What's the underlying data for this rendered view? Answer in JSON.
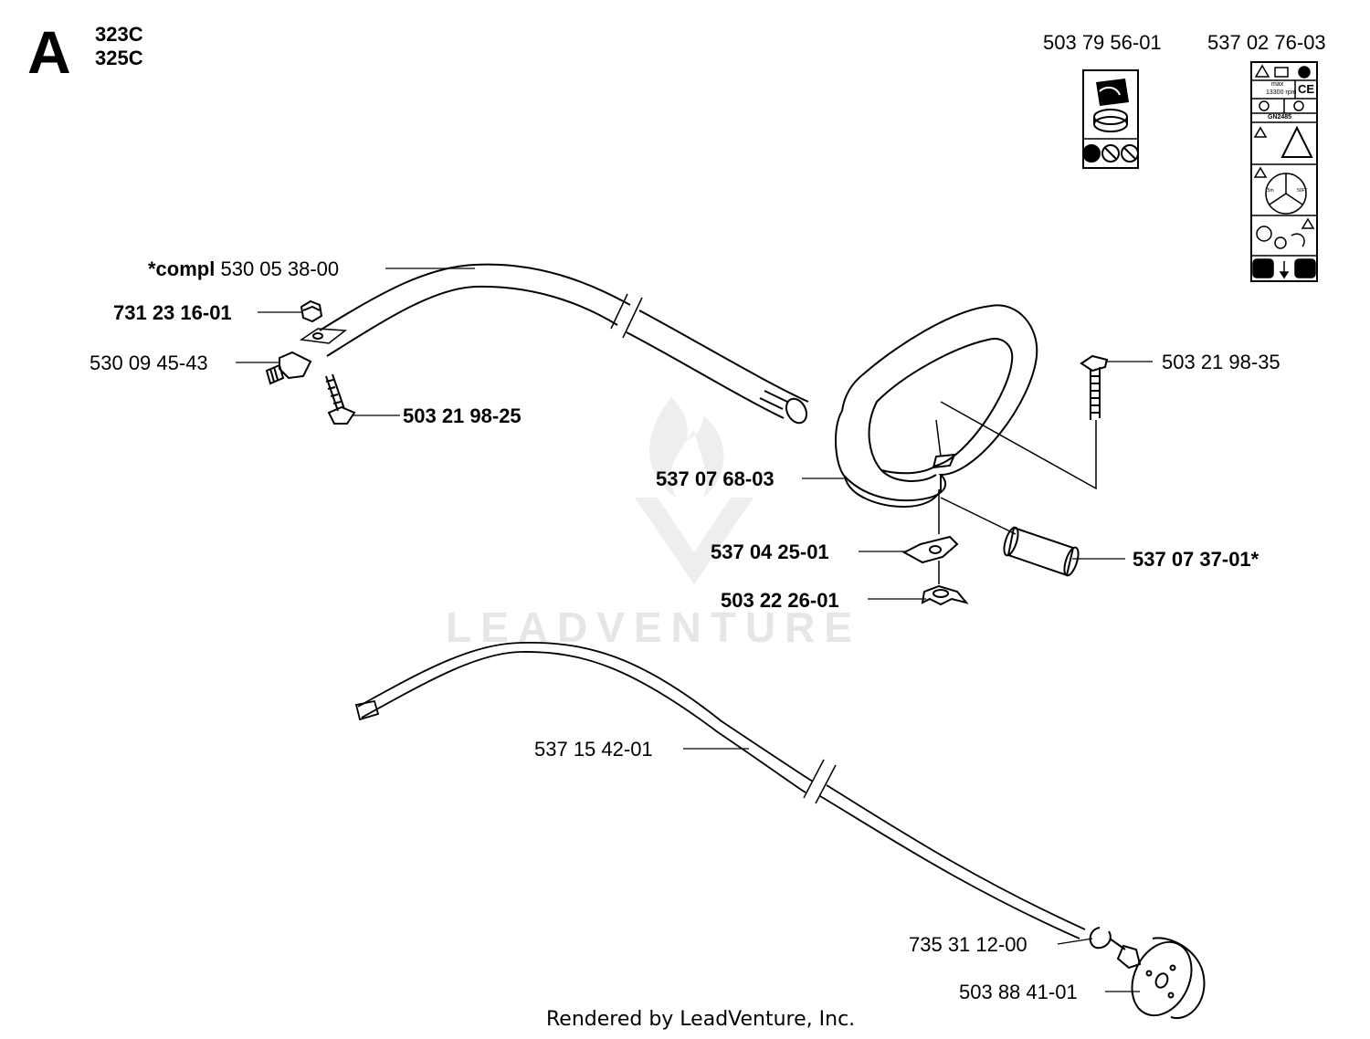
{
  "header": {
    "section_letter": "A",
    "models": [
      "323C",
      "325C"
    ]
  },
  "decals": {
    "decal_left_part": "503 79 56-01",
    "decal_right_part": "537 02 76-03",
    "decal_right_texts": [
      "max",
      "13300 rpm",
      "CE",
      "GN2485",
      "15m",
      "50FT"
    ]
  },
  "callouts": [
    {
      "prefix": "*compl",
      "label": "530 05 38-00",
      "bold": false
    },
    {
      "label": "731 23 16-01",
      "bold": true
    },
    {
      "label": "530 09 45-43",
      "bold": false
    },
    {
      "label": "503 21 98-25",
      "bold": true
    },
    {
      "label": "503 21 98-35",
      "bold": false
    },
    {
      "label": "537 07 68-03",
      "bold": true
    },
    {
      "label": "537 04 25-01",
      "bold": true
    },
    {
      "label": "537 07 37-01*",
      "bold": true
    },
    {
      "label": "503 22 26-01",
      "bold": true
    },
    {
      "label": "537 15 42-01",
      "bold": false
    },
    {
      "label": "735 31 12-00",
      "bold": false
    },
    {
      "label": "503 88 41-01",
      "bold": false
    }
  ],
  "watermark": "LEADVENTURE",
  "footer": "Rendered by LeadVenture, Inc.",
  "colors": {
    "ink": "#000000",
    "watermark": "#e6e6e6"
  }
}
